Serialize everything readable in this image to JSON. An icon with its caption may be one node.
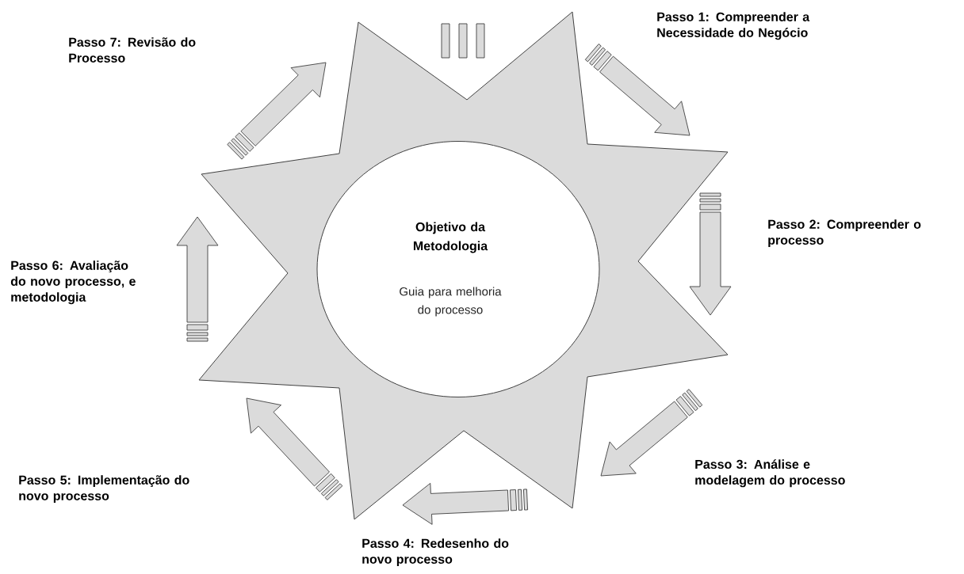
{
  "diagram": {
    "nodes": [
      {
        "text": [
          "Objetivo da Metodologia",
          "Guia para melhoria do processo"
        ]
      },
      {
        "text": [
          "Passo 1: Compreender a Necessidade do Negócio"
        ]
      },
      {
        "text": [
          "Passo 2: Compreender o processo"
        ]
      },
      {
        "text": [
          "Passo 3: Análise e modelagem do processo"
        ]
      },
      {
        "text": [
          "Passo 4: Redesenho do novo processo"
        ]
      },
      {
        "text": [
          "Passo 5: Implementação do novo processo"
        ]
      },
      {
        "text": [
          "Passo 6: Avaliação do novo processo, e metodologia"
        ]
      },
      {
        "text": [
          "Passo 7: Revisão do Processo"
        ]
      }
    ]
  }
}
